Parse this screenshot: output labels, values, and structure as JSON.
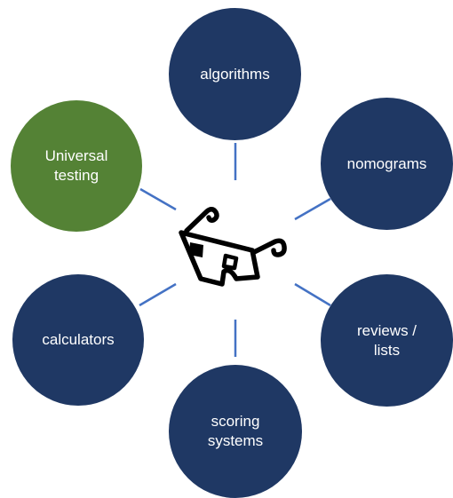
{
  "colors": {
    "node_primary": "#1f3864",
    "node_highlight": "#548235",
    "connector": "#4472c4",
    "icon": "#000000"
  },
  "center": {
    "icon": "3d-glasses-icon"
  },
  "nodes": {
    "algorithms": {
      "label": "algorithms",
      "highlighted": false
    },
    "universal": {
      "label": "Universal\ntesting",
      "highlighted": true
    },
    "nomograms": {
      "label": "nomograms",
      "highlighted": false
    },
    "calculators": {
      "label": "calculators",
      "highlighted": false
    },
    "reviews": {
      "label": "reviews /\nlists",
      "highlighted": false
    },
    "scoring": {
      "label": "scoring\nsystems",
      "highlighted": false
    }
  }
}
